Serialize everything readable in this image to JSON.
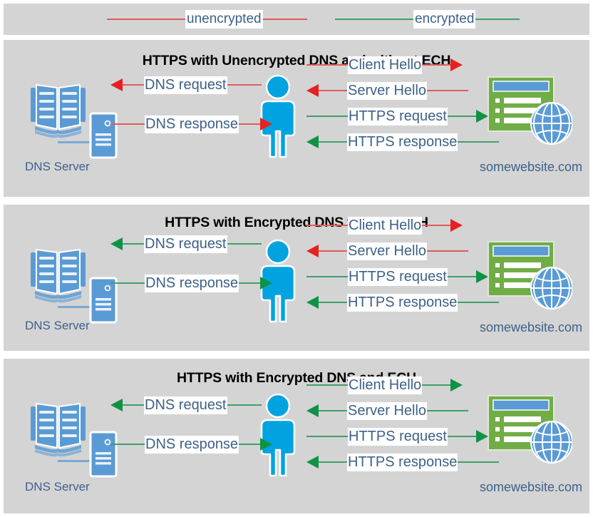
{
  "colors": {
    "panel_bg": "#d4d4d4",
    "page_bg": "#ffffff",
    "unencrypted": "#e05c5c",
    "unencrypted_arrow": "#e82020",
    "encrypted": "#3f9e6e",
    "encrypted_arrow": "#0f9246",
    "label_text": "#3d6189",
    "title_text": "#000000",
    "icon_blue": "#00a3e0",
    "server_blue": "#5b9bd5",
    "site_green": "#70ad47",
    "site_bar_blue": "#5b9bd5"
  },
  "legend": {
    "items": [
      {
        "label": "unencrypted",
        "kind": "unencrypted",
        "icon": "legend-line-icon"
      },
      {
        "label": "encrypted",
        "kind": "encrypted",
        "icon": "legend-line-icon"
      }
    ]
  },
  "panels": [
    {
      "title": "HTTPS with Unencrypted DNS and without ECH",
      "dns_server_label": "DNS Server",
      "website_label": "somewebsite.com",
      "left_flows": [
        {
          "label": "DNS request",
          "direction": "left",
          "kind": "unencrypted"
        },
        {
          "label": "DNS response",
          "direction": "right",
          "kind": "unencrypted"
        }
      ],
      "right_flows": [
        {
          "label": "Client Hello",
          "direction": "right",
          "kind": "unencrypted"
        },
        {
          "label": "Server Hello",
          "direction": "left",
          "kind": "unencrypted"
        },
        {
          "label": "HTTPS request",
          "direction": "right",
          "kind": "encrypted"
        },
        {
          "label": "HTTPS response",
          "direction": "left",
          "kind": "encrypted"
        }
      ]
    },
    {
      "title": "HTTPS with Encrypted DNS without ECH",
      "dns_server_label": "DNS Server",
      "website_label": "somewebsite.com",
      "left_flows": [
        {
          "label": "DNS request",
          "direction": "left",
          "kind": "encrypted"
        },
        {
          "label": "DNS response",
          "direction": "right",
          "kind": "encrypted"
        }
      ],
      "right_flows": [
        {
          "label": "Client Hello",
          "direction": "right",
          "kind": "unencrypted"
        },
        {
          "label": "Server Hello",
          "direction": "left",
          "kind": "unencrypted"
        },
        {
          "label": "HTTPS request",
          "direction": "right",
          "kind": "encrypted"
        },
        {
          "label": "HTTPS response",
          "direction": "left",
          "kind": "encrypted"
        }
      ]
    },
    {
      "title": "HTTPS with Encrypted DNS and ECH",
      "dns_server_label": "DNS Server",
      "website_label": "somewebsite.com",
      "left_flows": [
        {
          "label": "DNS request",
          "direction": "left",
          "kind": "encrypted"
        },
        {
          "label": "DNS response",
          "direction": "right",
          "kind": "encrypted"
        }
      ],
      "right_flows": [
        {
          "label": "Client Hello",
          "direction": "right",
          "kind": "encrypted"
        },
        {
          "label": "Server Hello",
          "direction": "left",
          "kind": "encrypted"
        },
        {
          "label": "HTTPS request",
          "direction": "right",
          "kind": "encrypted"
        },
        {
          "label": "HTTPS response",
          "direction": "left",
          "kind": "encrypted"
        }
      ]
    }
  ],
  "icons": {
    "dns": "book-and-server-icon",
    "client": "person-icon",
    "website": "browser-window-globe-icon"
  }
}
